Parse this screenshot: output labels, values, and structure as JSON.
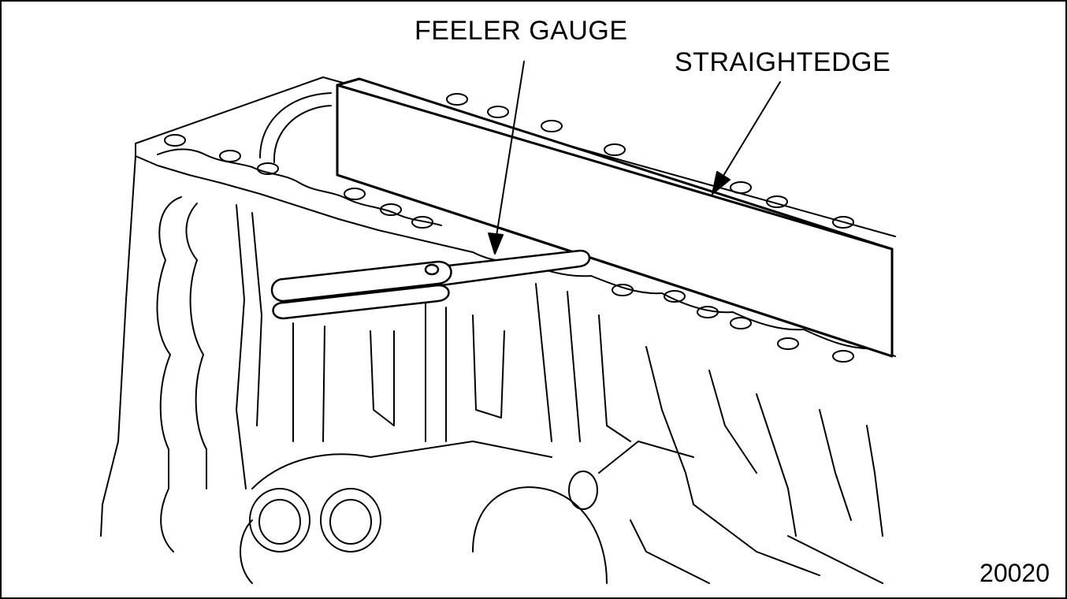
{
  "callouts": {
    "feeler_gauge": "FEELER GAUGE",
    "straightedge": "STRAIGHTEDGE"
  },
  "figure_number": "20020",
  "colors": {
    "line": "#000000",
    "background": "#ffffff"
  }
}
